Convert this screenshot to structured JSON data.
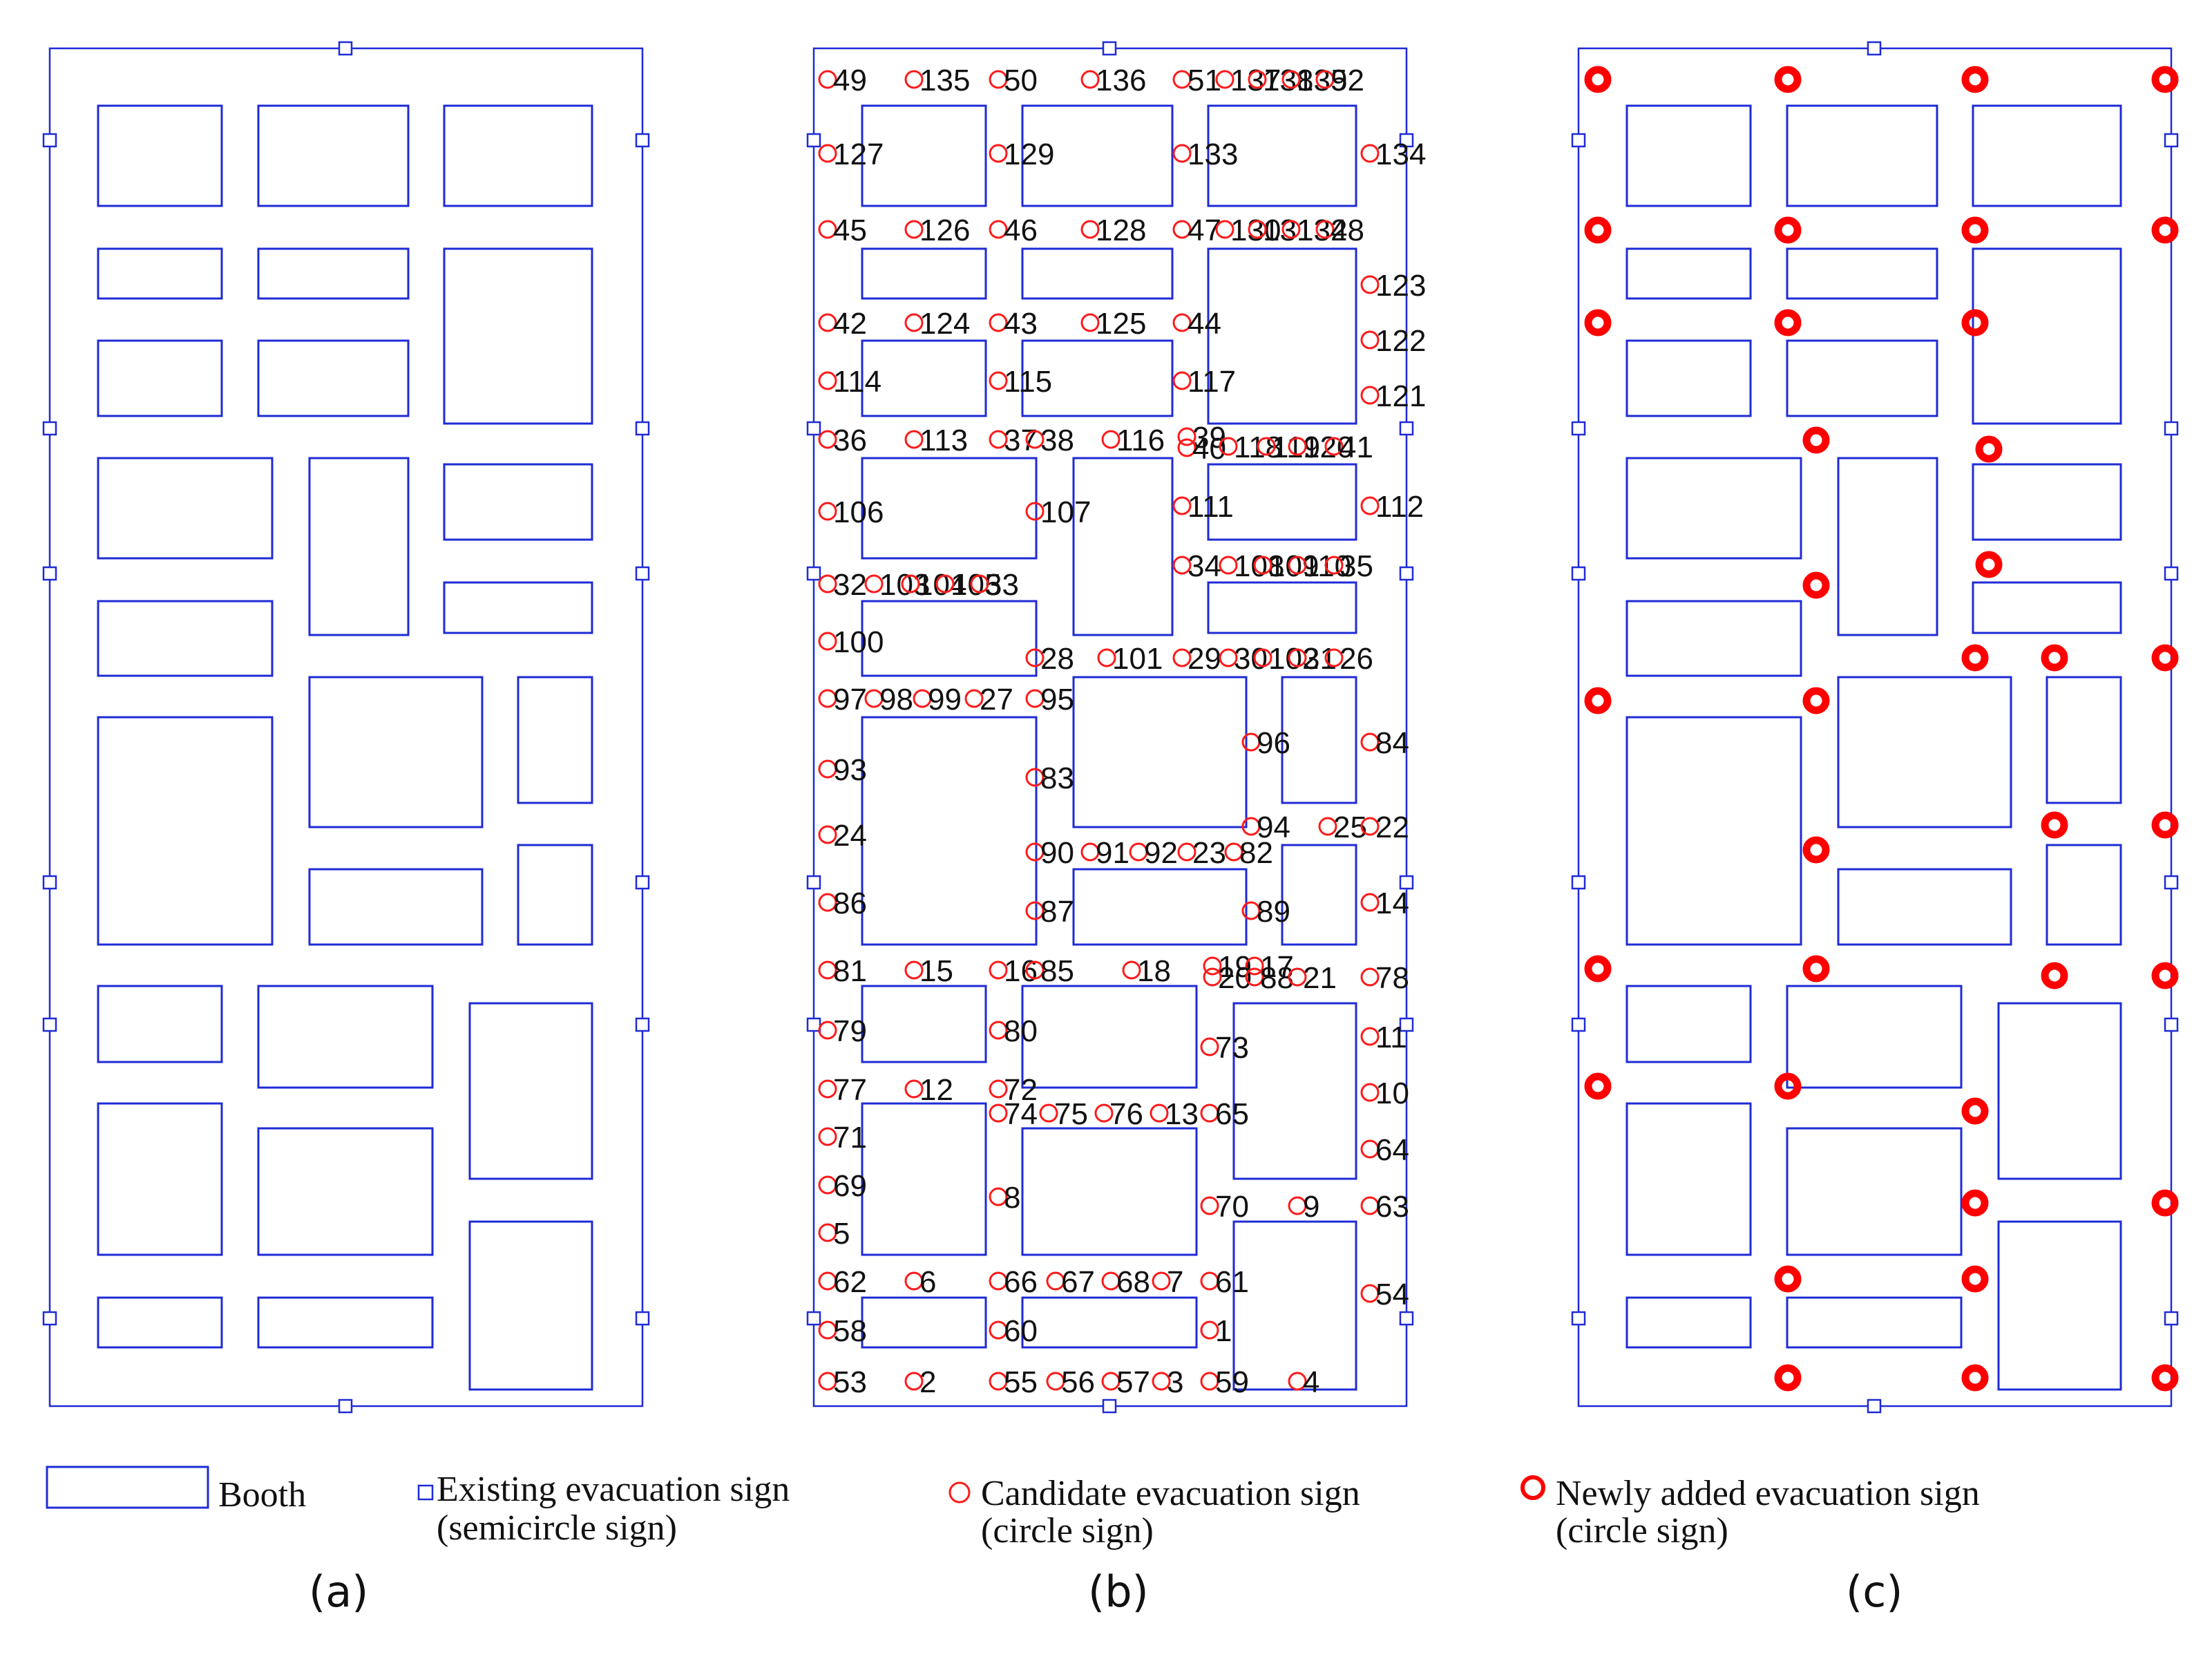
{
  "panels": [
    {
      "id": "a",
      "label": "(a)",
      "shows_candidates": false,
      "shows_new_signs": false
    },
    {
      "id": "b",
      "label": "(b)",
      "shows_candidates": true,
      "shows_new_signs": false
    },
    {
      "id": "c",
      "label": "(c)",
      "shows_candidates": false,
      "shows_new_signs": true
    }
  ],
  "legend": {
    "booth": "Booth",
    "existing_line1": "Existing evacuation sign",
    "existing_line2": "(semicircle sign)",
    "candidate_line1": "Candidate evacuation sign",
    "candidate_line2": "(circle sign)",
    "new_line1": "Newly added evacuation sign",
    "new_line2": "(circle sign)"
  },
  "colors": {
    "booth": "#1f2bd6",
    "existing_sign": "#1f2bd6",
    "candidate_sign": "#ff1a1a",
    "new_sign": "#ff0000"
  },
  "candidate_labels": [
    "49",
    "135",
    "50",
    "136",
    "51",
    "137",
    "138",
    "139",
    "52",
    "127",
    "129",
    "133",
    "134",
    "45",
    "126",
    "46",
    "128",
    "47",
    "130",
    "131",
    "132",
    "48",
    "123",
    "122",
    "121",
    "42",
    "124",
    "43",
    "125",
    "44",
    "114",
    "115",
    "117",
    "36",
    "113",
    "37",
    "38",
    "116",
    "39",
    "40",
    "118",
    "119",
    "120",
    "41",
    "106",
    "107",
    "111",
    "112",
    "32",
    "103",
    "104",
    "105",
    "33",
    "34",
    "108",
    "109",
    "110",
    "35",
    "100",
    "28",
    "101",
    "29",
    "30",
    "102",
    "31",
    "26",
    "97",
    "98",
    "99",
    "27",
    "95",
    "96",
    "84",
    "93",
    "83",
    "24",
    "94",
    "25",
    "22",
    "90",
    "91",
    "92",
    "23",
    "82",
    "86",
    "87",
    "89",
    "14",
    "81",
    "15",
    "16",
    "85",
    "18",
    "19",
    "17",
    "20",
    "88",
    "21",
    "78",
    "79",
    "80",
    "73",
    "11",
    "77",
    "12",
    "72",
    "10",
    "74",
    "75",
    "76",
    "13",
    "65",
    "71",
    "64",
    "69",
    "8",
    "70",
    "9",
    "63",
    "5",
    "62",
    "6",
    "66",
    "67",
    "68",
    "7",
    "61",
    "54",
    "58",
    "60",
    "1",
    "53",
    "2",
    "55",
    "56",
    "57",
    "3",
    "59",
    "4"
  ]
}
